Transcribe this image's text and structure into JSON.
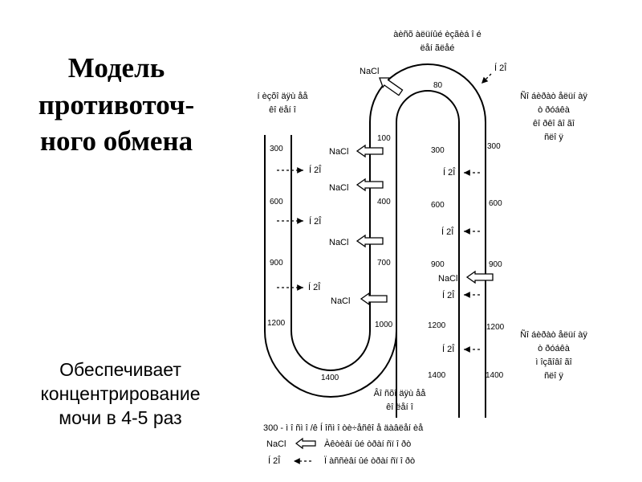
{
  "title": {
    "lines": [
      "Модель",
      "противоточ-",
      "ного обмена"
    ]
  },
  "subtitle": {
    "lines": [
      "Обеспечивает",
      "концентрирование",
      "мочи в 4-5 раз"
    ]
  },
  "labels": {
    "thin_segment": [
      "àèñõ àëüíûé èçãèá î é",
      "ëåí ãëåé"
    ],
    "descending": [
      "í èçõî äÿù åå",
      "êî ëåí î"
    ],
    "ascending_thick": [
      "Ñî áèðàò åëüí àÿ",
      "ò ðóáêà",
      "êî ðêî âî ãî",
      "ñëî ÿ"
    ],
    "ascending_inner": [
      "Ñî áèðàò åëüí àÿ",
      "ò ðóáêà",
      "ì îçãîâî ãî",
      "ñëî ÿ"
    ],
    "bottom": [
      "Âî ñõî äÿù åå",
      "êî ëåí î"
    ]
  },
  "values": {
    "left_outer": [
      "300",
      "600",
      "900",
      "1200"
    ],
    "left_inner": [
      "100",
      "400",
      "700",
      "1000"
    ],
    "top": "80",
    "bottom": "1400",
    "middle": [
      "300",
      "600",
      "900",
      "1200",
      "1400"
    ],
    "right": [
      "300",
      "600",
      "900",
      "1200",
      "1400"
    ]
  },
  "water_label": "Í 2Î",
  "nacl_label": "NaCl",
  "legend": {
    "header": "300 - ì î ñì î /ê Í îñì î òè÷åñêî å äàâëåí èå",
    "active": "Àêòèâí ûé òðàí ñï î ðò",
    "passive": "Ï àññèâí ûé òðàí ñï î ðò"
  }
}
